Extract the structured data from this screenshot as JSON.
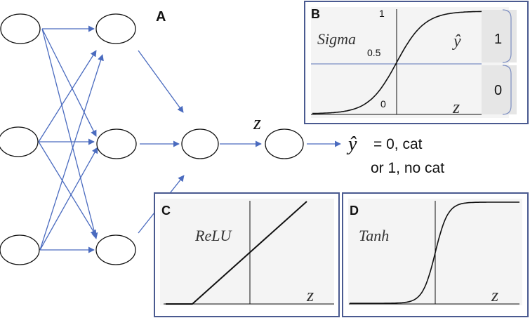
{
  "panel_a": {
    "label": "A",
    "z_label": "z",
    "output": {
      "yhat": "ŷ",
      "line1": "= 0, cat",
      "line2": "or 1, no cat"
    }
  },
  "panel_b": {
    "label": "B",
    "function_name": "Sigma",
    "tick_top": "1",
    "tick_mid": "0.5",
    "tick_bottom": "0",
    "yhat": "ŷ",
    "x_label": "z",
    "class_top": "1",
    "class_bottom": "0"
  },
  "panel_c": {
    "label": "C",
    "function_name": "ReLU",
    "x_label": "z"
  },
  "panel_d": {
    "label": "D",
    "function_name": "Tanh",
    "x_label": "z"
  },
  "colors": {
    "arrow": "#4a6bbf",
    "frame": "#4a5a90"
  }
}
